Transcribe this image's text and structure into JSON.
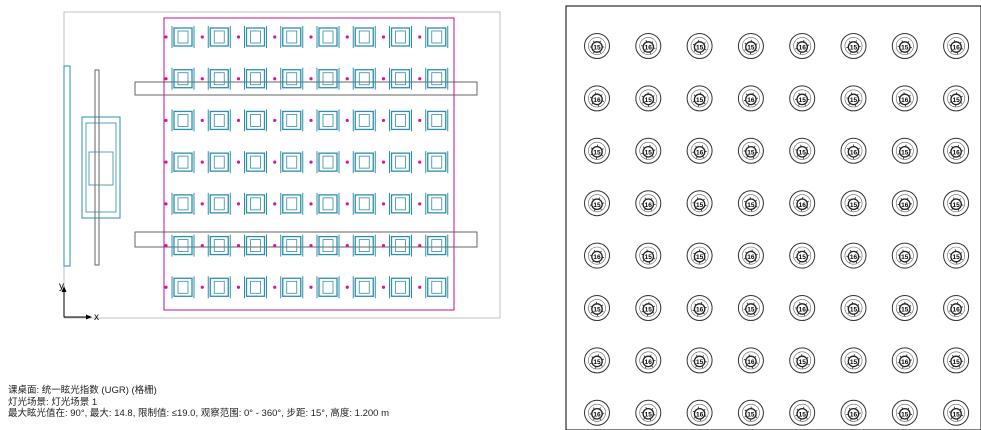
{
  "caption": {
    "line1": "课桌面: 统一眩光指数 (UGR) (格栅)",
    "line2": "灯光场景: 灯光场景 1",
    "line3": "最大眩光值在: 90°, 最大: 14.8, 限制值: ≤19.0, 观察范围: 0° - 360°, 步距: 15°, 高度: 1.200 m"
  },
  "axes": {
    "y_label": "y",
    "x_label": "x"
  },
  "plan": {
    "rows": 7,
    "cols": 8
  },
  "ugr_grid": {
    "rows": 8,
    "cols": 8,
    "values": [
      "15",
      "16",
      "15",
      "15",
      "16",
      "15",
      "15",
      "16"
    ]
  },
  "colors": {
    "room_outline": "#c0c0c0",
    "calc_area": "#c01090",
    "desk": "#2e8fa8",
    "marker": "#e0109a",
    "beam": "#555555",
    "ring": "#333333"
  }
}
